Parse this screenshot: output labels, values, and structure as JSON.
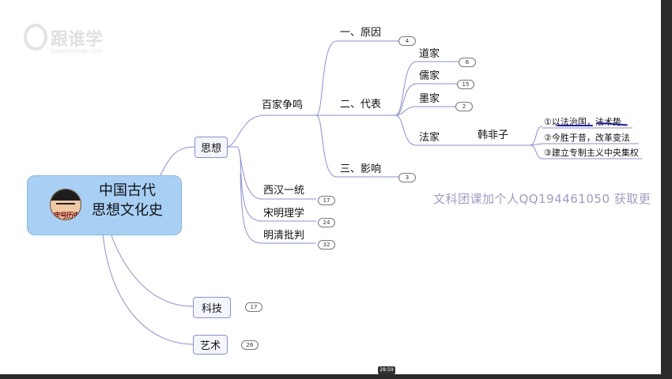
{
  "logo": {
    "brand": "跟谁学",
    "domain": "genshuixue.com"
  },
  "root": {
    "line1": "中国古代",
    "line2": "思想文化史",
    "stamp": "定号历史"
  },
  "level1": {
    "sixiang": "思想",
    "keji": "科技",
    "yishu": "艺术"
  },
  "sixiang_children": {
    "baijia": "百家争鸣",
    "xihan": "西汉一统",
    "songming": "宋明理学",
    "mingqing": "明清批判"
  },
  "baijia_children": {
    "yuanyin": "一、原因",
    "daibiao": "二、代表",
    "yingxiang": "三、影响"
  },
  "daibiao_children": {
    "daojia": "道家",
    "rujia": "儒家",
    "mojia": "墨家",
    "fajia": "法家"
  },
  "fajia_child": "韩非子",
  "hanfeizi_points": [
    "①以法治国，法术势",
    "②今胜于昔，改革变法",
    "③建立专制主义中央集权"
  ],
  "badges": {
    "yuanyin": "4",
    "daojia": "6",
    "rujia": "15",
    "mojia": "2",
    "yingxiang": "3",
    "xihan": "17",
    "songming": "24",
    "mingqing": "32",
    "keji": "17",
    "yishu": "26"
  },
  "watermark": "文科团课加个人QQ194461050 获取更",
  "video_time": "28:59",
  "colors": {
    "line": "#8a8fd6",
    "root_fill": "#a8d0f5",
    "annotation": "#1b1bb0"
  }
}
